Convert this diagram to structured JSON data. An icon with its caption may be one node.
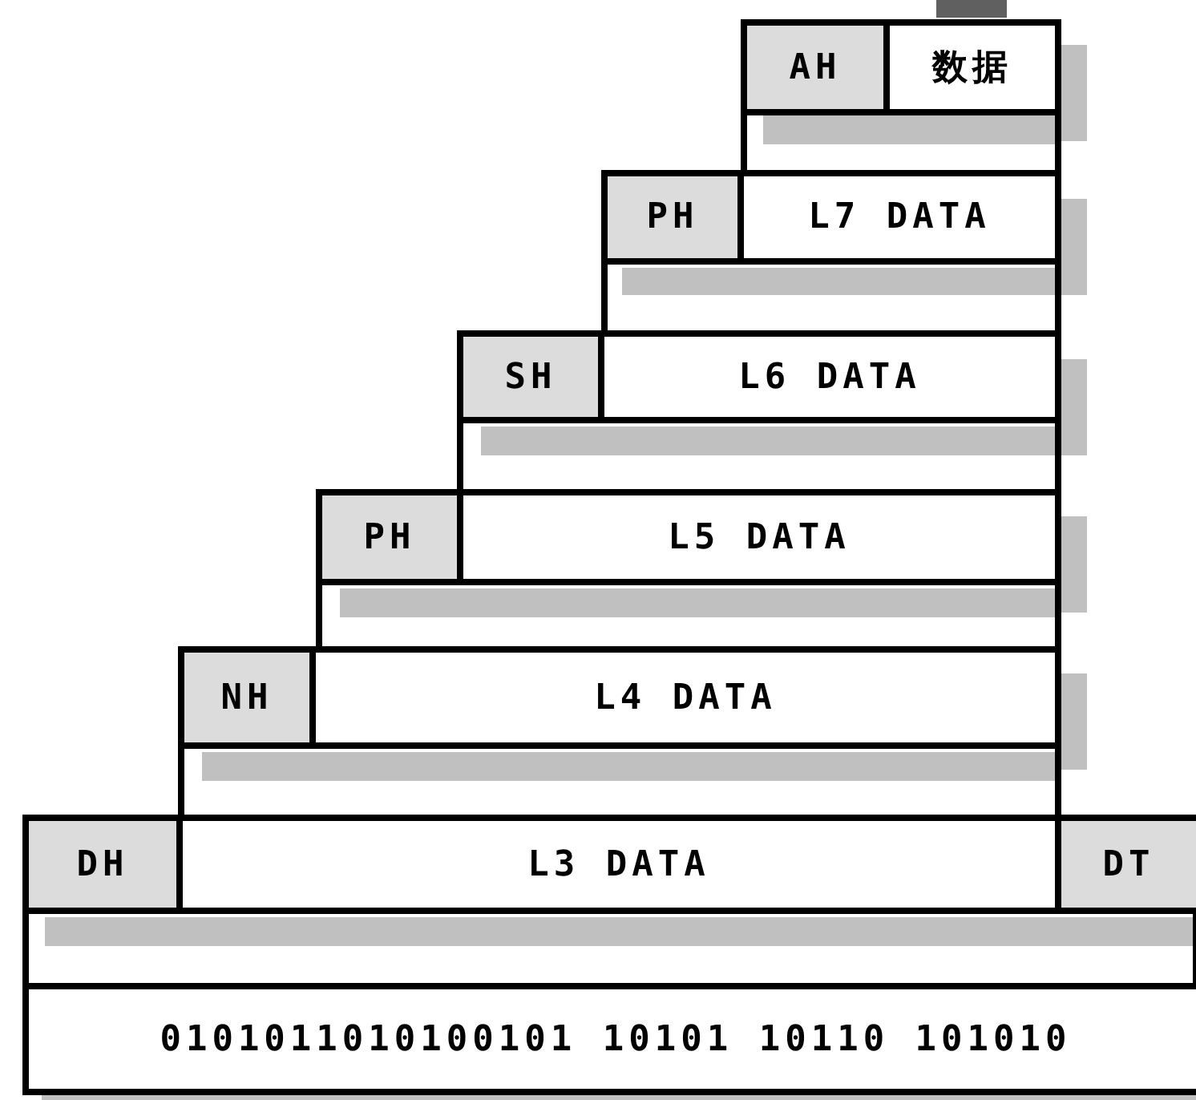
{
  "diagram": {
    "nodes": [
      {
        "text": [
          "AH"
        ]
      },
      {
        "text": [
          "数据"
        ]
      },
      {
        "text": [
          "PH"
        ]
      },
      {
        "text": [
          "L7 DATA"
        ]
      },
      {
        "text": [
          "SH"
        ]
      },
      {
        "text": [
          "L6 DATA"
        ]
      },
      {
        "text": [
          "PH"
        ]
      },
      {
        "text": [
          "L5 DATA"
        ]
      },
      {
        "text": [
          "NH"
        ]
      },
      {
        "text": [
          "L4 DATA"
        ]
      },
      {
        "text": [
          "DH"
        ]
      },
      {
        "text": [
          "L3 DATA"
        ]
      },
      {
        "text": [
          "DT"
        ]
      },
      {
        "text": [
          "0101011010100101 10101 10110 101010"
        ]
      }
    ]
  }
}
